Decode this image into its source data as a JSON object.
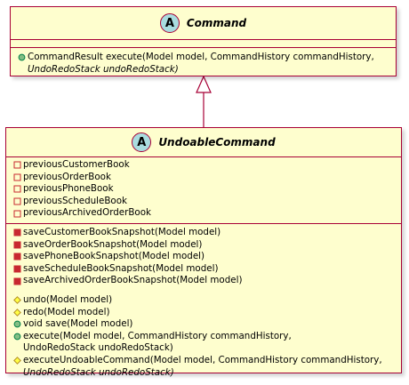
{
  "colors": {
    "class_fill": "#FEFECE",
    "border": "#A80036",
    "badge_fill": "#A9DCDF",
    "public_fill": "#84BE84",
    "public_stroke": "#038048",
    "protected_fill": "#FFFF44",
    "protected_stroke": "#B38D22",
    "private_stroke": "#C82930"
  },
  "command": {
    "stereotype": "A",
    "name": "Command",
    "methods": [
      {
        "vis": "public",
        "lines": [
          "CommandResult execute(Model model, CommandHistory commandHistory,",
          "UndoRedoStack undoRedoStack)"
        ],
        "italic_cont": true
      }
    ]
  },
  "undoable": {
    "stereotype": "A",
    "name": "UndoableCommand",
    "fields": [
      {
        "vis": "private-field",
        "text": "previousCustomerBook"
      },
      {
        "vis": "private-field",
        "text": "previousOrderBook"
      },
      {
        "vis": "private-field",
        "text": "previousPhoneBook"
      },
      {
        "vis": "private-field",
        "text": "previousScheduleBook"
      },
      {
        "vis": "private-field",
        "text": "previousArchivedOrderBook"
      }
    ],
    "private_methods": [
      {
        "vis": "private-method",
        "text": "saveCustomerBookSnapshot(Model model)"
      },
      {
        "vis": "private-method",
        "text": "saveOrderBookSnapshot(Model model)"
      },
      {
        "vis": "private-method",
        "text": "savePhoneBookSnapshot(Model model)"
      },
      {
        "vis": "private-method",
        "text": "saveScheduleBookSnapshot(Model model)"
      },
      {
        "vis": "private-method",
        "text": "saveArchivedOrderBookSnapshot(Model model)"
      }
    ],
    "methods": [
      {
        "vis": "protected",
        "lines": [
          "undo(Model model)"
        ],
        "italic_cont": false
      },
      {
        "vis": "protected",
        "lines": [
          "redo(Model model)"
        ],
        "italic_cont": false
      },
      {
        "vis": "public",
        "lines": [
          "void save(Model model)"
        ],
        "italic_cont": false
      },
      {
        "vis": "public",
        "lines": [
          "execute(Model model, CommandHistory commandHistory,",
          "UndoRedoStack undoRedoStack)"
        ],
        "italic_cont": false
      },
      {
        "vis": "protected",
        "lines": [
          "executeUndoableCommand(Model model, CommandHistory commandHistory,",
          "UndoRedoStack undoRedoStack)"
        ],
        "italic_cont": true
      }
    ]
  }
}
